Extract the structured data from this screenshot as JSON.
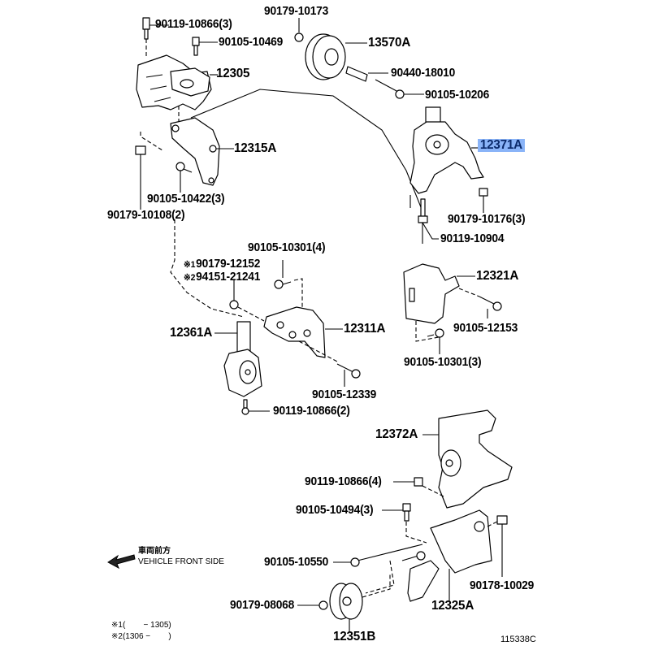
{
  "diagram": {
    "type": "exploded-parts-diagram",
    "drawing_number": "115338C",
    "highlighted_part": "12371A",
    "highlight_color": "#8ab4f8",
    "direction_indicator": {
      "label_jp": "車両前方",
      "label_en": "VEHICLE FRONT SIDE",
      "icon": "arrow-left-icon"
    },
    "footnotes": [
      {
        "mark": "※1",
        "text": "(        − 1305)"
      },
      {
        "mark": "※2",
        "text": "(1306 −        )"
      }
    ],
    "parts": [
      {
        "id": "p01",
        "label": "90119-10866(3)"
      },
      {
        "id": "p02",
        "label": "90105-10469"
      },
      {
        "id": "p03",
        "label": "12305"
      },
      {
        "id": "p04",
        "label": "90179-10173"
      },
      {
        "id": "p05",
        "label": "13570A"
      },
      {
        "id": "p06",
        "label": "90440-18010"
      },
      {
        "id": "p07",
        "label": "90105-10206"
      },
      {
        "id": "p08",
        "label": "12315A"
      },
      {
        "id": "p09",
        "label": "90105-10422(3)"
      },
      {
        "id": "p10",
        "label": "90179-10108(2)"
      },
      {
        "id": "p11",
        "label": "12371A"
      },
      {
        "id": "p12",
        "label": "90179-10176(3)"
      },
      {
        "id": "p13",
        "label": "90119-10904"
      },
      {
        "id": "p14",
        "label": "90105-10301(4)"
      },
      {
        "id": "p15",
        "label": "90179-12152",
        "mark": "※1"
      },
      {
        "id": "p16",
        "label": "94151-21241",
        "mark": "※2"
      },
      {
        "id": "p17",
        "label": "12321A"
      },
      {
        "id": "p18",
        "label": "90105-12153"
      },
      {
        "id": "p19",
        "label": "90105-10301(3)"
      },
      {
        "id": "p20",
        "label": "12361A"
      },
      {
        "id": "p21",
        "label": "12311A"
      },
      {
        "id": "p22",
        "label": "90105-12339"
      },
      {
        "id": "p23",
        "label": "90119-10866(2)"
      },
      {
        "id": "p24",
        "label": "12372A"
      },
      {
        "id": "p25",
        "label": "90119-10866(4)"
      },
      {
        "id": "p26",
        "label": "90105-10494(3)"
      },
      {
        "id": "p27",
        "label": "90105-10550"
      },
      {
        "id": "p28",
        "label": "90178-10029"
      },
      {
        "id": "p29",
        "label": "90179-08068"
      },
      {
        "id": "p30",
        "label": "12325A"
      },
      {
        "id": "p31",
        "label": "12351B"
      }
    ]
  }
}
